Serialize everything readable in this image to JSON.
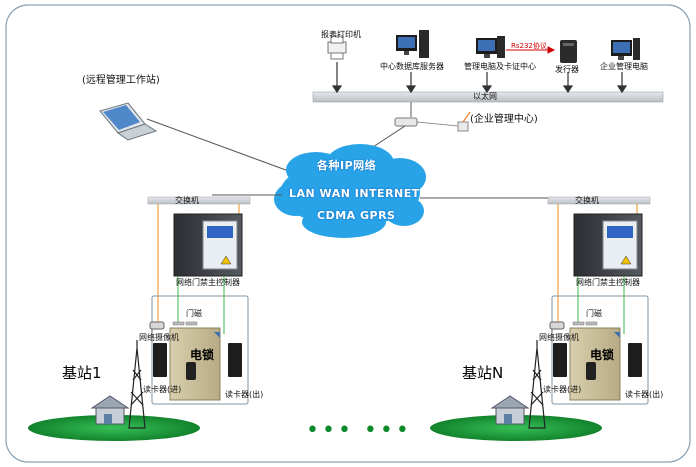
{
  "top": {
    "printer": "报表打印机",
    "db_server": "中心数据库服务器",
    "mgmt_pc": "管理电脑及卡证中心",
    "rs232": "Rs232协议",
    "issuer": "发行器",
    "enterprise_pc": "企业管理电脑",
    "ethernet": "以太网",
    "center": "(企业管理中心)"
  },
  "remote_station": "(远程管理工作站)",
  "cloud": {
    "line1": "各种IP网络",
    "line2": "LAN WAN INTERNET",
    "line3": "CDMA GPRS"
  },
  "sites": [
    {
      "switch": "交换机",
      "controller": "网络门禁主控制器",
      "door_sensor": "门磁",
      "camera": "网络摄像机",
      "lock": "电锁",
      "reader_in": "读卡器(进)",
      "reader_out": "读卡器(出)",
      "name": "基站1"
    },
    {
      "switch": "交换机",
      "controller": "网络门禁主控制器",
      "door_sensor": "门磁",
      "camera": "网络摄像机",
      "lock": "电锁",
      "reader_in": "读卡器(进)",
      "reader_out": "读卡器(出)",
      "name": "基站N"
    }
  ],
  "ellipsis": "••• •••",
  "colors": {
    "frame": "#8aa3b6",
    "bus": "#c8cdd2",
    "cloud": "#29a3e8",
    "cable_orange": "#f0a040",
    "cable_green": "#3fb54a",
    "ground": "#1e9a3a",
    "tower": "#222222"
  }
}
